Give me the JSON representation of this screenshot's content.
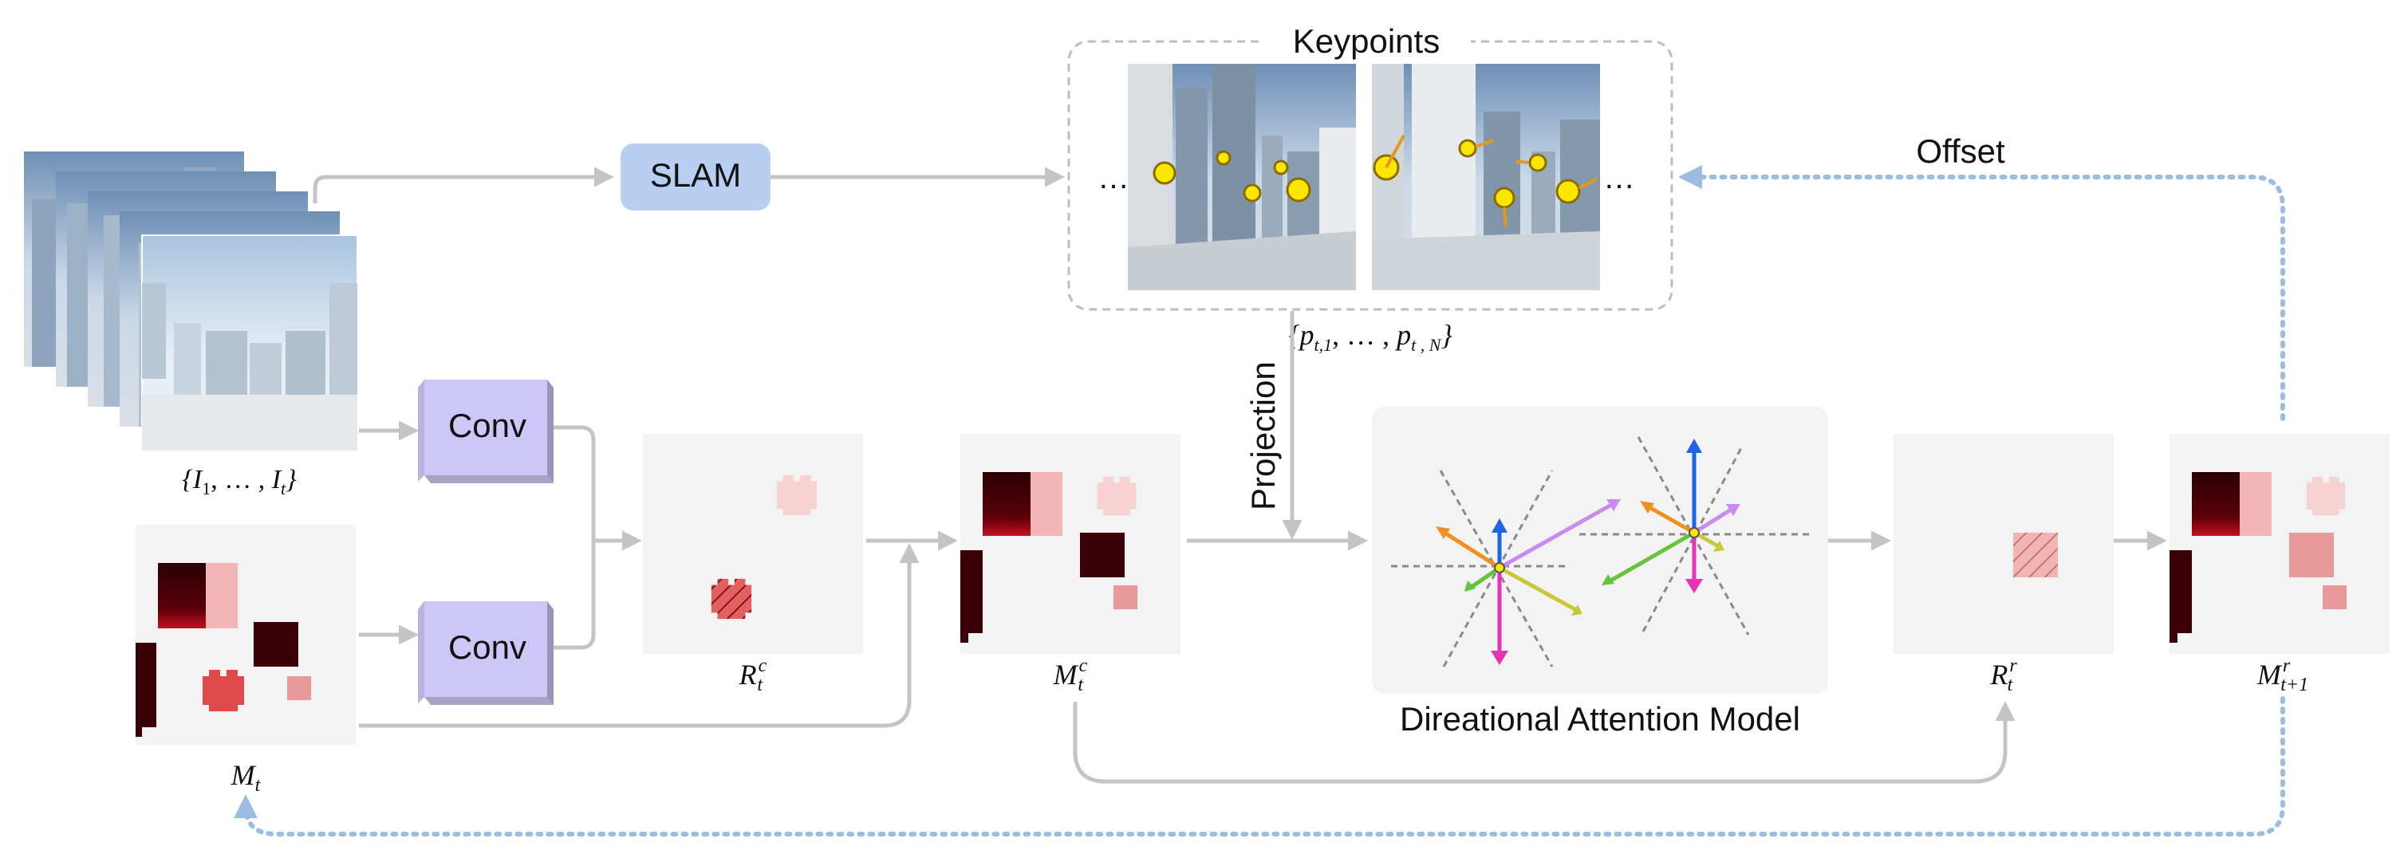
{
  "labels": {
    "keypoints_title": "Keypoints",
    "offset": "Offset",
    "projection": "Projection",
    "slam": "SLAM",
    "conv": "Conv",
    "dam": "Direational Attention Model",
    "ellipsis": "…"
  },
  "math": {
    "frames": {
      "open": "{",
      "i1": "I",
      "s1": "1",
      "dots": ", … , ",
      "it": "I",
      "st": "t",
      "close": "}"
    },
    "keypoints_set": {
      "open": "{",
      "p1": "p",
      "s1": "t,1",
      "dots": ", … , ",
      "pn": "p",
      "sn": "t , N",
      "close": "}"
    },
    "mt": {
      "base": "M",
      "sub": "t"
    },
    "rtc": {
      "base": "R",
      "sup": "c",
      "sub": "t"
    },
    "mtc": {
      "base": "M",
      "sup": "c",
      "sub": "t"
    },
    "rtr": {
      "base": "R",
      "sup": "r",
      "sub": "t"
    },
    "mt1r": {
      "base": "M",
      "sup": "r",
      "sub": "t+1"
    }
  },
  "colors": {
    "arrow_gray": "#c4c4c4",
    "feedback_blue": "#9dbde0",
    "slam_fill": "#b9cff2",
    "conv_fill": "#cdc7f7",
    "panel_gray": "#f3f3f3",
    "dark_red": "#3a0005",
    "mid_red": "#e04a4a",
    "pale_red": "#f3c3c3",
    "keypoint_yellow": "#ffe600"
  }
}
